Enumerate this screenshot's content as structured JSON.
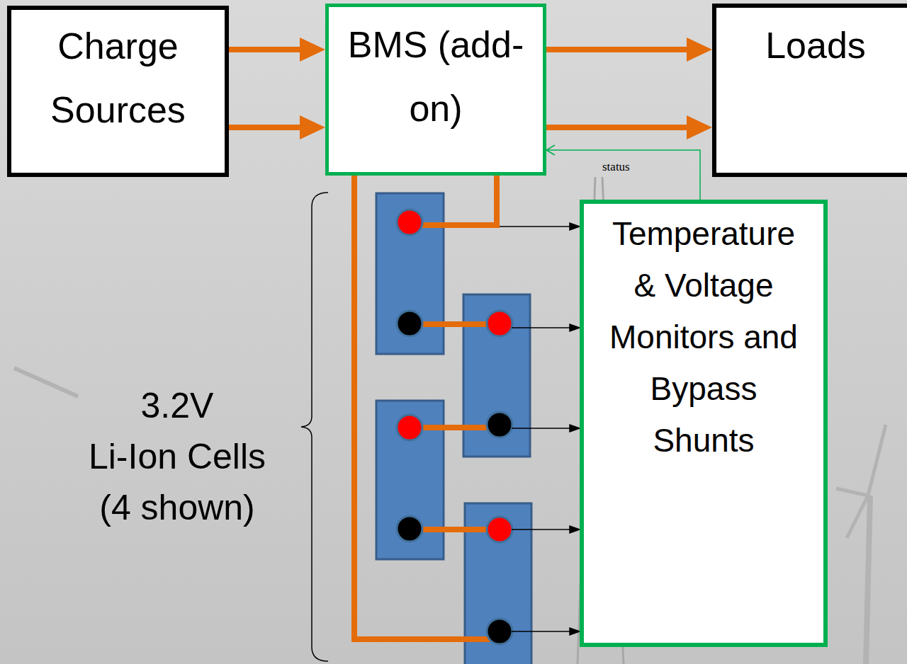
{
  "diagram": {
    "nodes": [
      {
        "text": [
          "Charge Sources"
        ]
      },
      {
        "text": [
          "BMS (add-on)"
        ]
      },
      {
        "text": [
          "Loads"
        ]
      },
      {
        "text": [
          "Temperature & Voltage Monitors and Bypass Shunts"
        ]
      }
    ],
    "edges": [
      {
        "from": 0,
        "to": 1,
        "arrow": "to"
      },
      {
        "from": 0,
        "to": 1,
        "arrow": "to"
      },
      {
        "from": 1,
        "to": 2,
        "arrow": "to"
      },
      {
        "from": 1,
        "to": 2,
        "arrow": "to"
      },
      {
        "from": 3,
        "to": 1,
        "label": "status",
        "arrow": "to"
      }
    ],
    "labels": [
      "3.2V",
      "Li-Ion Cells",
      "(4 shown)"
    ]
  }
}
